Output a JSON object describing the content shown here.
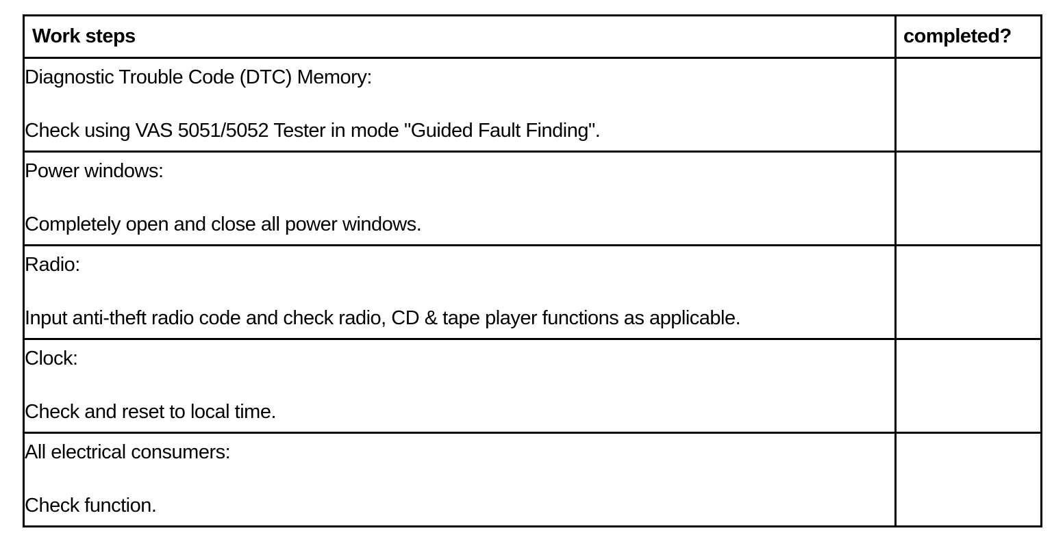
{
  "table": {
    "headers": {
      "steps": "Work steps",
      "completed": "completed?"
    },
    "rows": [
      {
        "title": "Diagnostic Trouble Code (DTC) Memory:",
        "description": "Check using VAS 5051/5052 Tester in mode \"Guided Fault Finding\"."
      },
      {
        "title": "Power windows:",
        "description": "Completely open and close all power windows."
      },
      {
        "title": "Radio:",
        "description": "Input anti-theft radio code and check radio, CD & tape player functions as applicable."
      },
      {
        "title": "Clock:",
        "description": "Check and reset to local time."
      },
      {
        "title": "All electrical consumers:",
        "description": "Check function."
      }
    ]
  }
}
